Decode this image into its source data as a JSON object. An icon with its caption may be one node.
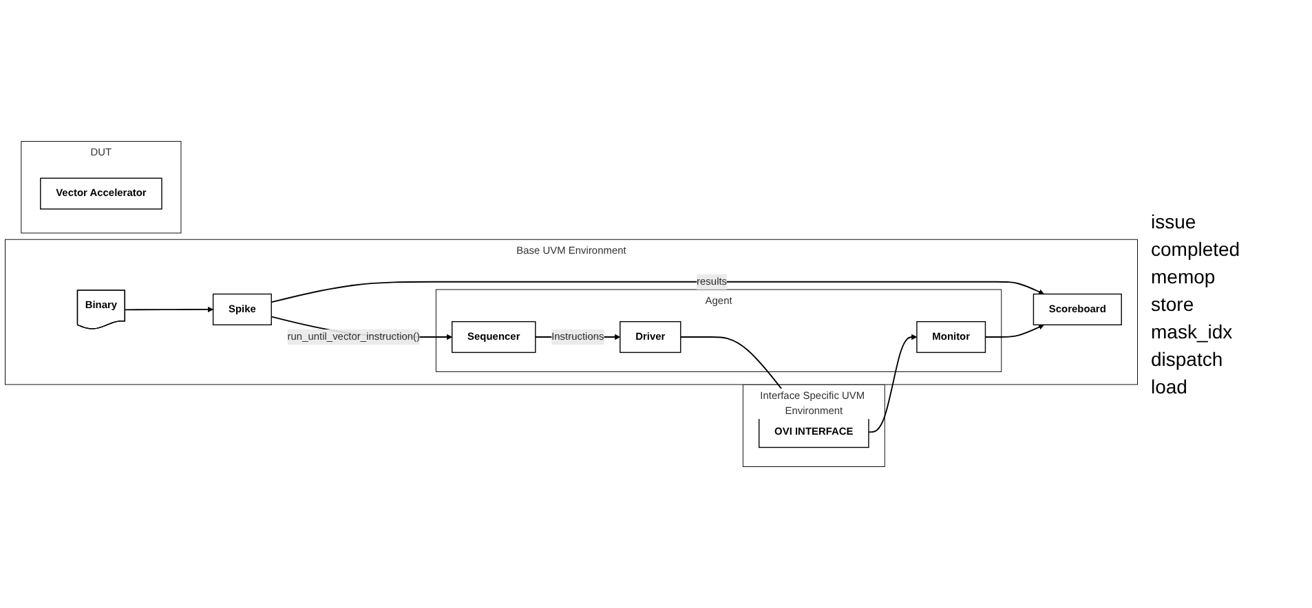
{
  "diagram": {
    "nodes": [
      {
        "text": [
          "Base UVM Environment"
        ]
      },
      {
        "text": [
          "Binary"
        ],
        "in": 0
      },
      {
        "text": [
          "Spike"
        ],
        "in": 0
      },
      {
        "text": [
          "Scoreboard"
        ],
        "in": 0
      },
      {
        "text": [
          "Agent"
        ],
        "in": 0
      },
      {
        "text": [
          "Monitor"
        ],
        "in": 4
      },
      {
        "text": [
          "Sequencer"
        ],
        "in": 4
      },
      {
        "text": [
          "Driver"
        ],
        "in": 4
      },
      {
        "text": [
          "Interface Specific UVM Environment"
        ]
      },
      {
        "text": [
          "OVI INTERFACE"
        ],
        "in": 8
      },
      {
        "text": [
          "DUT"
        ]
      },
      {
        "text": [
          "Vector Accelerator"
        ],
        "in": 10
      }
    ],
    "edges": [
      {
        "from": 1,
        "to": 2,
        "arrow": "to"
      },
      {
        "from": 2,
        "to": 3,
        "arrow": "to",
        "label": "results"
      },
      {
        "from": 2,
        "to": 6,
        "arrow": "to",
        "label": "run_until_vector_instruction()"
      },
      {
        "from": 5,
        "to": 3,
        "arrow": "to"
      },
      {
        "from": 9,
        "to": 5,
        "arrow": "to"
      },
      {
        "from": 6,
        "to": 7,
        "arrow": "to",
        "label": "Instructions"
      },
      {
        "from": 7,
        "to": 9,
        "arrow": "to"
      }
    ],
    "labels": [
      "issue",
      "completed",
      "memop",
      "store",
      "mask_idx",
      "dispatch",
      "load"
    ]
  }
}
